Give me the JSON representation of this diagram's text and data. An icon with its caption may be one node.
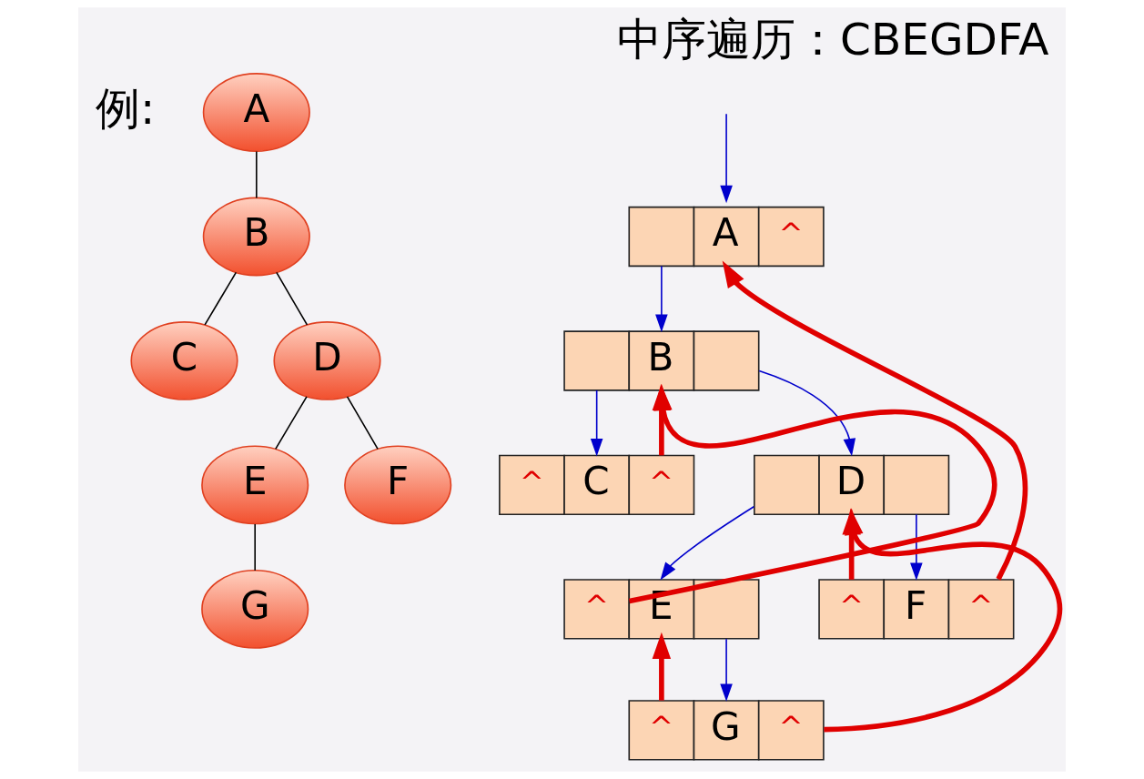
{
  "diagram": {
    "title": "中序遍历：CBEGDFA",
    "nodes": [
      {
        "text": [
          "A"
        ]
      },
      {
        "text": [
          "B"
        ]
      },
      {
        "text": [
          "C"
        ]
      },
      {
        "text": [
          "D"
        ]
      },
      {
        "text": [
          "E"
        ]
      },
      {
        "text": [
          "F"
        ]
      },
      {
        "text": [
          "G"
        ]
      },
      {
        "text": [
          "A",
          "^"
        ]
      },
      {
        "text": [
          "B"
        ]
      },
      {
        "text": [
          "^",
          "C",
          "^"
        ]
      },
      {
        "text": [
          "D"
        ]
      },
      {
        "text": [
          "^",
          "E"
        ]
      },
      {
        "text": [
          "^",
          "F",
          "^"
        ]
      },
      {
        "text": [
          "^",
          "G",
          "^"
        ]
      }
    ],
    "edges": [
      {
        "from": 0,
        "to": 1,
        "arrow": "none",
        "color": "#000000"
      },
      {
        "from": 1,
        "to": 2,
        "arrow": "none",
        "color": "#000000"
      },
      {
        "from": 1,
        "to": 3,
        "arrow": "none",
        "color": "#000000"
      },
      {
        "from": 3,
        "to": 4,
        "arrow": "none",
        "color": "#000000"
      },
      {
        "from": 3,
        "to": 5,
        "arrow": "none",
        "color": "#000000"
      },
      {
        "from": 4,
        "to": 6,
        "arrow": "none",
        "color": "#000000"
      },
      {
        "from": null,
        "to": 7,
        "arrow": "to",
        "color": "#0000cc"
      },
      {
        "from": 7,
        "to": 8,
        "arrow": "to",
        "color": "#0000cc"
      },
      {
        "from": 8,
        "to": 9,
        "arrow": "to",
        "color": "#0000cc"
      },
      {
        "from": 8,
        "to": 10,
        "arrow": "to",
        "color": "#0000cc"
      },
      {
        "from": 10,
        "to": 11,
        "arrow": "to",
        "color": "#0000cc"
      },
      {
        "from": 10,
        "to": 12,
        "arrow": "to",
        "color": "#0000cc"
      },
      {
        "from": 11,
        "to": 13,
        "arrow": "to",
        "color": "#0000cc"
      },
      {
        "from": 9,
        "to": 8,
        "arrow": "to",
        "style": "thick",
        "color": "#e00000"
      },
      {
        "from": 11,
        "to": 8,
        "arrow": "to",
        "style": "thick",
        "color": "#e00000"
      },
      {
        "from": 13,
        "to": 11,
        "arrow": "to",
        "style": "thick",
        "color": "#e00000"
      },
      {
        "from": 13,
        "to": 10,
        "arrow": "to",
        "style": "thick",
        "color": "#e00000"
      },
      {
        "from": 12,
        "to": 10,
        "arrow": "to",
        "style": "thick",
        "color": "#e00000"
      },
      {
        "from": 12,
        "to": 7,
        "arrow": "to",
        "style": "thick",
        "color": "#e00000"
      }
    ],
    "labels": [
      "例:"
    ]
  }
}
